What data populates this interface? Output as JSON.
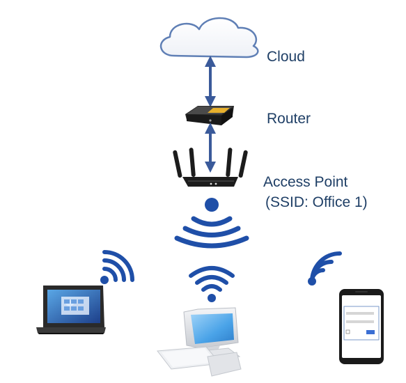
{
  "labels": {
    "cloud": "Cloud",
    "router": "Router",
    "access_point_line1": "Access Point",
    "access_point_line2": "(SSID: Office 1)"
  },
  "colors": {
    "label_text": "#1f3f66",
    "link_arrow": "#3a5a9a",
    "wifi_signal": "#1f4fa8",
    "cloud_outline": "#5f7fb5",
    "device_dark": "#1c1c1c",
    "screen_blue": "#4aa3e8"
  },
  "icons": {
    "cloud": "cloud-icon",
    "router": "router-icon",
    "access_point": "wireless-access-point-icon",
    "laptop": "laptop-icon",
    "desktop": "desktop-computer-icon",
    "phone": "smartphone-icon",
    "wifi": "wifi-signal-icon"
  }
}
